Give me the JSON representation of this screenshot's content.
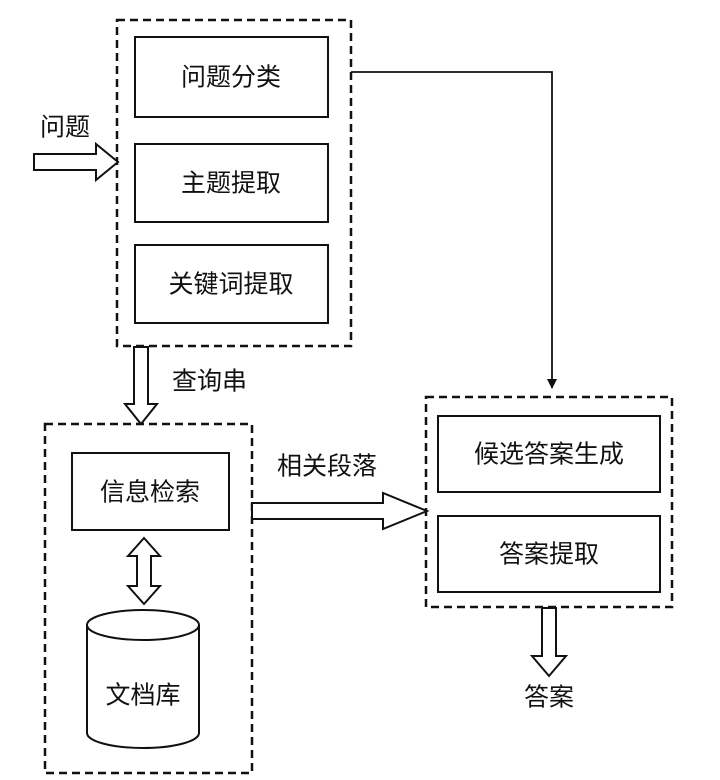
{
  "diagram": {
    "analysis": {
      "classify": "问题分类",
      "topic": "主题提取",
      "keywords": "关键词提取"
    },
    "input_label": "问题",
    "query_label": "查询串",
    "retrieval": {
      "search": "信息检索",
      "database": "文档库"
    },
    "passages_label": "相关段落",
    "extraction": {
      "candidates": "候选答案生成",
      "extract": "答案提取"
    },
    "output_label": "答案"
  }
}
